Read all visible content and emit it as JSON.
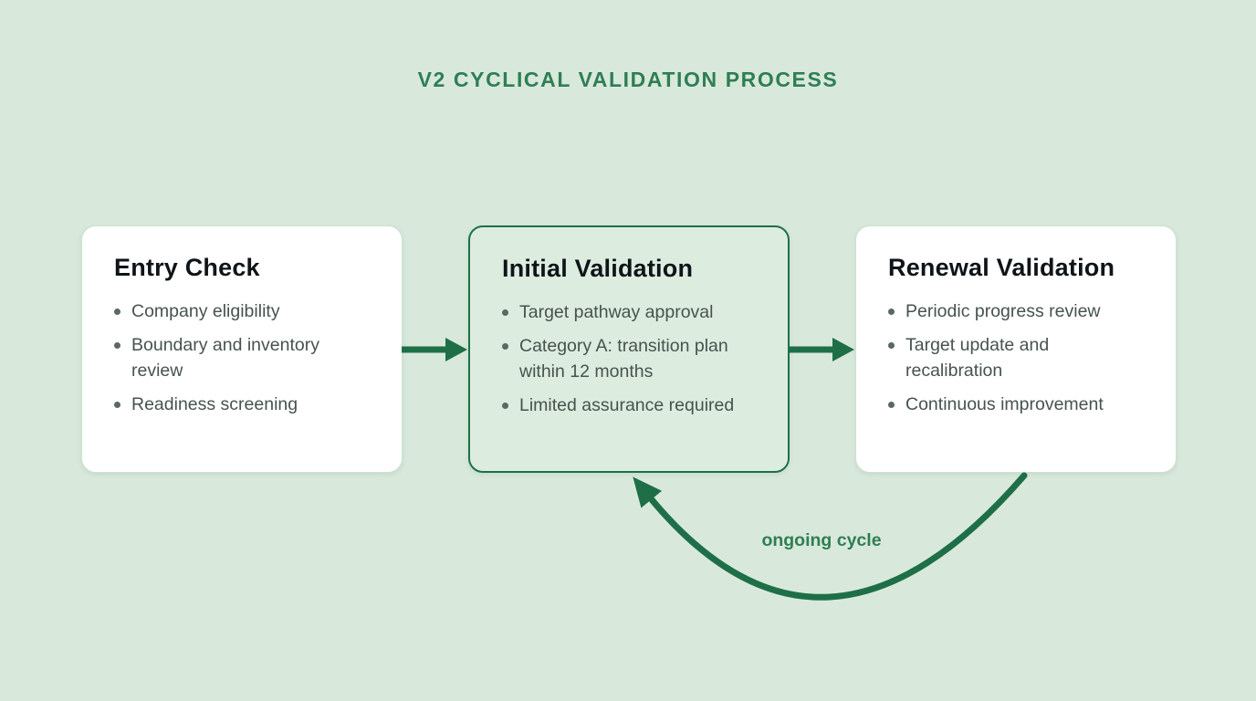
{
  "title": "V2 CYCLICAL VALIDATION PROCESS",
  "cycle_label": "ongoing cycle",
  "colors": {
    "background": "#d8e9db",
    "accent_green": "#1e6f48",
    "title_green": "#2f7e55",
    "card_bg": "#ffffff",
    "highlight_card_bg": "#dcede0",
    "card_border": "#cde2d2",
    "heading_text": "#0f1418",
    "bullet_text": "#47534d"
  },
  "boxes": [
    {
      "title": "Entry Check",
      "highlighted": false,
      "bullets": [
        "Company eligibility",
        "Boundary and inventory review",
        "Readiness screening"
      ]
    },
    {
      "title": "Initial Validation",
      "highlighted": true,
      "bullets": [
        "Target pathway approval",
        "Category A: transition plan within 12 months",
        "Limited assurance required"
      ]
    },
    {
      "title": "Renewal Validation",
      "highlighted": false,
      "bullets": [
        "Periodic progress review",
        "Target update and recalibration",
        "Continuous improvement"
      ]
    }
  ]
}
